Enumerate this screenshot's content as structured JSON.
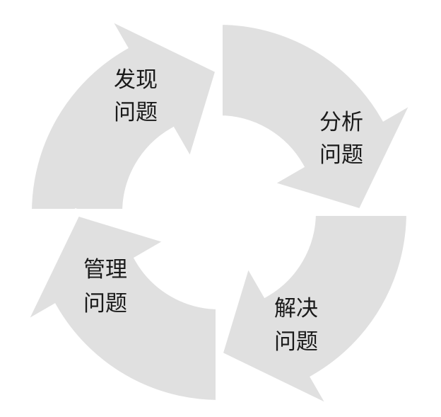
{
  "diagram": {
    "segment_color": "#e0e0e0",
    "steps": [
      {
        "line1": "发现",
        "line2": "问题"
      },
      {
        "line1": "分析",
        "line2": "问题"
      },
      {
        "line1": "解决",
        "line2": "问题"
      },
      {
        "line1": "管理",
        "line2": "问题"
      }
    ]
  }
}
